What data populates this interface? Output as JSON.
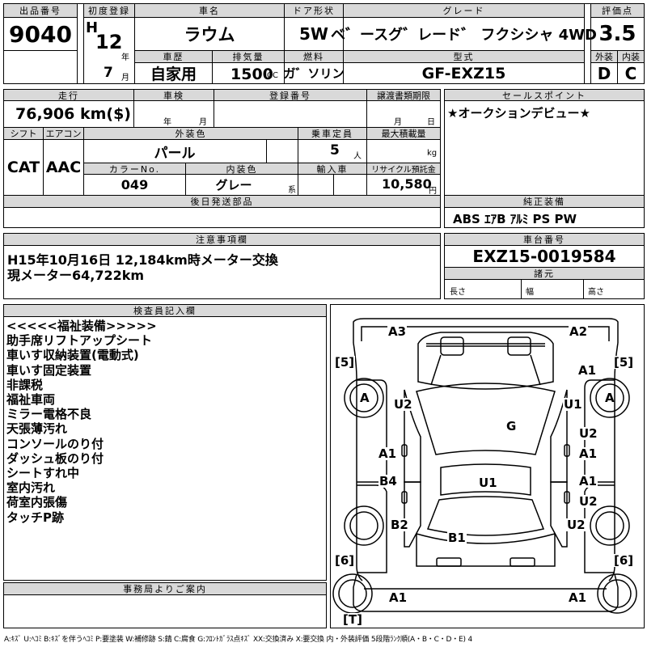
{
  "header": {
    "lot_no_label": "出品番号",
    "lot_no": "9040",
    "first_reg_label": "初度登録",
    "era": "H",
    "reg_year": "12",
    "year_unit": "年",
    "reg_month": "7",
    "month_unit": "月",
    "car_name_label": "車名",
    "car_name": "ラウム",
    "door_label": "ドア形状",
    "door": "5W",
    "grade_label": "グレード",
    "grade": "ベ゛ースグ゛レード゛ フクシシャ 4WD",
    "score_label": "評価点",
    "score": "3.5",
    "history_label": "車歴",
    "history": "自家用",
    "displacement_label": "排気量",
    "displacement": "1500",
    "displacement_unit": "CC",
    "fuel_label": "燃料",
    "fuel": "ガ゛ソリン",
    "model_label": "型式",
    "model": "GF-EXZ15",
    "ext_label": "外装",
    "ext_grade": "D",
    "int_label": "内装",
    "int_grade": "C"
  },
  "specs": {
    "mileage_label": "走行",
    "mileage": "76,906 km($)",
    "inspection_label": "車検",
    "year_unit": "年",
    "month_unit": "月",
    "reg_number_label": "登録番号",
    "transfer_label": "譲渡書類期限",
    "transfer_month": "月",
    "transfer_day": "日",
    "shift_label": "シフト",
    "shift": "CAT",
    "ac_label": "エアコン",
    "ac": "AAC",
    "ext_color_label": "外装色",
    "ext_color": "パール",
    "capacity_label": "乗車定員",
    "capacity": "5",
    "capacity_unit": "人",
    "max_load_label": "最大積載量",
    "max_load_unit": "kg",
    "color_no_label": "カラーNo.",
    "color_no": "049",
    "int_color_label": "内装色",
    "int_color": "グレー",
    "int_color_unit": "系",
    "import_label": "輸入車",
    "recycle_label": "リサイクル預託金",
    "recycle": "10,580",
    "recycle_unit": "円",
    "later_parts_label": "後日発送部品"
  },
  "sales": {
    "label": "セールスポイント",
    "text": "★オークションデビュー★",
    "equipment_label": "純正装備",
    "equipment": "ABS ｴｱB ｱﾙﾐ PS PW"
  },
  "caution": {
    "label": "注意事項欄",
    "lines": [
      "H15年10月16日 12,184km時メーター交換",
      "現メーター64,722km"
    ]
  },
  "chassis": {
    "label": "車台番号",
    "number": "EXZ15-0019584",
    "spec_label": "諸元",
    "length": "長さ",
    "width": "幅",
    "height": "高さ"
  },
  "inspector": {
    "label": "検査員記入欄",
    "lines": [
      "<<<<<福祉装備>>>>>",
      "助手席リフトアップシート",
      "車いす収納装置(電動式)",
      "車いす固定装置",
      "非課税",
      "福祉車両",
      "ミラー電格不良",
      "天張薄汚れ",
      "コンソールのり付",
      "ダッシュ板のり付",
      "シートすれ中",
      "室内汚れ",
      "荷室内張傷",
      "タッチP跡"
    ]
  },
  "office": {
    "label": "事務局よりご案内"
  },
  "diagram": {
    "front_left_tire": "5",
    "front_right_tire": "5",
    "rear_left_tire": "6",
    "rear_right_tire": "6",
    "spare": "T",
    "tire_left": "A",
    "tire_right": "A",
    "damage": [
      "A3",
      "A2",
      "A1",
      "U2",
      "U1",
      "G",
      "A1",
      "U2",
      "A1",
      "A1",
      "B4",
      "U1",
      "A1",
      "U2",
      "B2",
      "B1",
      "U2",
      "A1",
      "A1"
    ]
  },
  "legend": "A:ｷｽﾞ U:ﾍｺﾐ B:ｷｽﾞを伴うﾍｺﾐ P:要塗装 W:補修跡 S:錆 C:腐食 G:ﾌﾛﾝﾄｶﾞﾗｽ点ｷｽﾞ XX:交換済み X:要交換 内・外装評価 5段階ﾗﾝｸ順(A・B・C・D・E) 4"
}
